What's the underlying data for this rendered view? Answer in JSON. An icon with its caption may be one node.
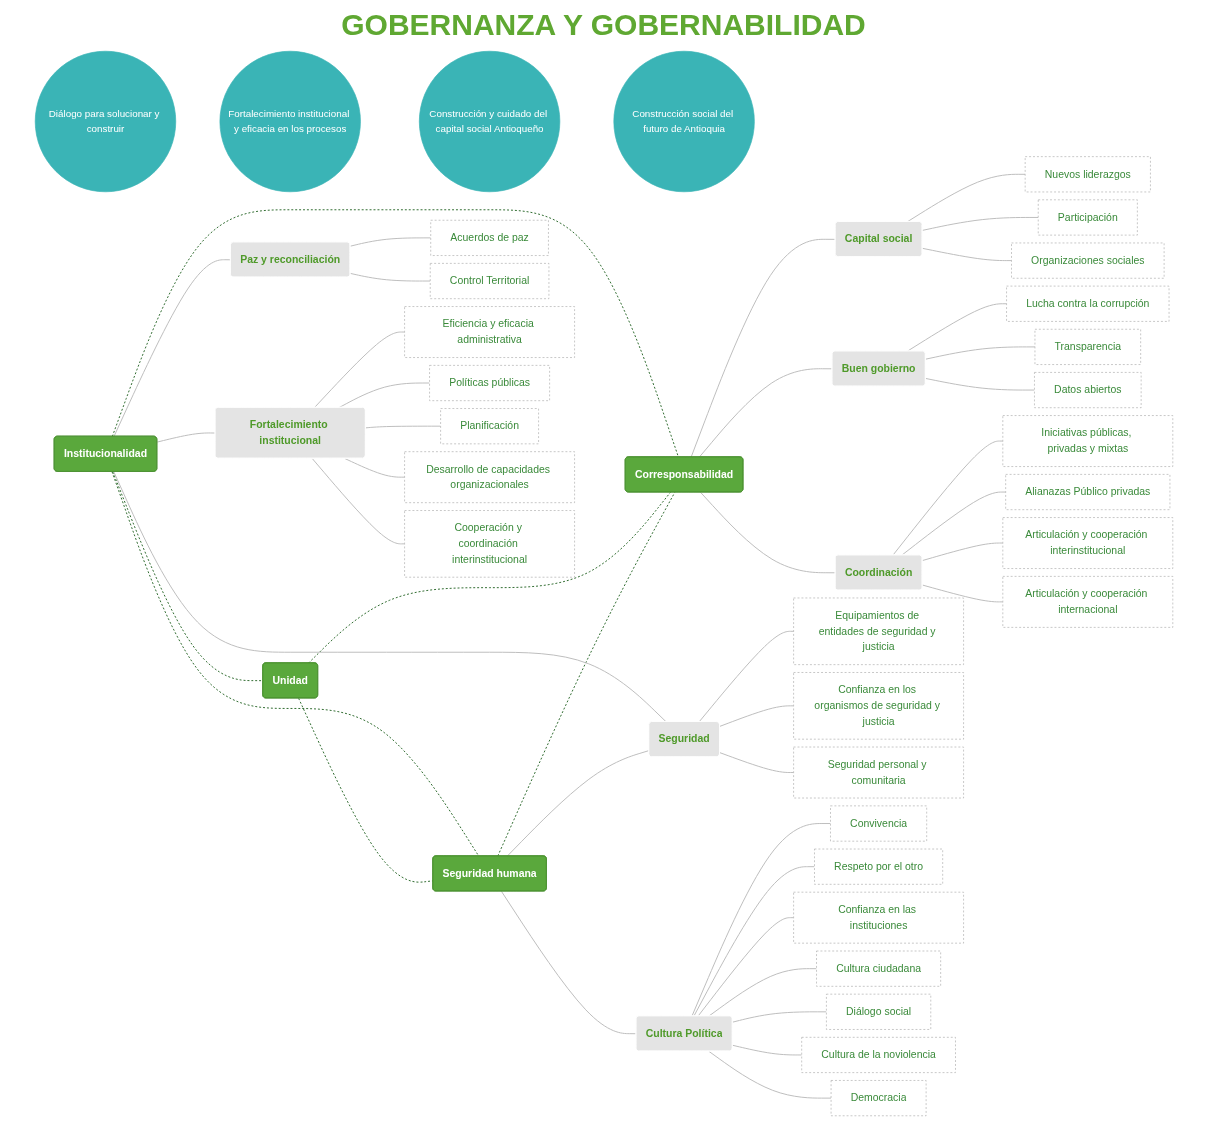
{
  "diagram": {
    "title": "GOBERNANZA Y GOBERNABILIDAD",
    "nodes": [
      {
        "text": [
          "Diálogo para solucionar y construir"
        ]
      },
      {
        "text": [
          "Fortalecimiento institucional y eficacia en los procesos"
        ]
      },
      {
        "text": [
          "Acuerdos de paz"
        ]
      },
      {
        "text": [
          "Control Territorial"
        ]
      },
      {
        "text": [
          "Paz y reconciliación"
        ]
      },
      {
        "text": [
          "Equipamientos de entidades de seguridad y justicia"
        ]
      },
      {
        "text": [
          "Eficiencia y eficacia administrativa"
        ]
      },
      {
        "text": [
          "Políticas públicas"
        ]
      },
      {
        "text": [
          "Confianza en los organismos de seguridad y justicia"
        ]
      },
      {
        "text": [
          "Planificación"
        ]
      },
      {
        "text": [
          "Institucionalidad"
        ]
      },
      {
        "text": [
          "Seguridad personal y comunitaria"
        ]
      },
      {
        "text": [
          "Seguridad"
        ]
      },
      {
        "text": [
          "Desarrollo de capacidades organizacionales"
        ]
      },
      {
        "text": [
          "Fortalecimiento institucional"
        ]
      },
      {
        "text": [
          "Cooperación y coordinación interinstitucional"
        ]
      },
      {
        "text": [
          "Convivencia"
        ]
      },
      {
        "text": [
          "Unidad"
        ]
      },
      {
        "text": [
          "Respeto por el otro"
        ]
      },
      {
        "text": [
          "Buen gobierno"
        ]
      },
      {
        "text": [
          "Confianza en las instituciones"
        ]
      },
      {
        "text": [
          "Seguridad humana"
        ]
      },
      {
        "text": [
          "Corresponsabilidad"
        ]
      },
      {
        "text": [
          "Lucha contra la corrupción"
        ]
      },
      {
        "text": [
          "Cultura Política"
        ]
      },
      {
        "text": [
          "Cultura ciudadana"
        ]
      },
      {
        "text": [
          "Transparencia"
        ]
      },
      {
        "text": [
          "Capital social"
        ]
      },
      {
        "text": [
          "Diálogo social"
        ]
      },
      {
        "text": [
          "Datos abiertos"
        ]
      },
      {
        "text": [
          "Cultura de la noviolencia"
        ]
      },
      {
        "text": [
          "Coordinación"
        ]
      },
      {
        "text": [
          "Democracia"
        ]
      },
      {
        "text": [
          "Nuevos liderazgos"
        ]
      },
      {
        "text": [
          "Participación"
        ]
      },
      {
        "text": [
          "Organizaciones sociales"
        ]
      },
      {
        "text": [
          "Iniciativas públicas, privadas y mixtas"
        ]
      },
      {
        "text": [
          "Alianazas Público privadas"
        ]
      },
      {
        "text": [
          "Articulación y cooperación interinstitucional"
        ]
      },
      {
        "text": [
          "Articulación y cooperación internacional"
        ]
      },
      {
        "text": [
          "Construcción y cuidado del capital social Antioqueño"
        ]
      },
      {
        "text": [
          "Construcción social del futuro de Antioquia"
        ]
      }
    ],
    "edges": [
      {
        "from": 10,
        "to": 17,
        "arrow": "none",
        "style": "dashed",
        "color": "#2f6b2f"
      },
      {
        "from": 10,
        "to": 21,
        "arrow": "none",
        "style": "dashed",
        "color": "#2f6b2f"
      },
      {
        "from": 10,
        "to": 22,
        "arrow": "none",
        "style": "dashed",
        "color": "#2f6b2f"
      },
      {
        "from": 17,
        "to": 21,
        "arrow": "none",
        "style": "dashed",
        "color": "#2f6b2f"
      },
      {
        "from": 17,
        "to": 22,
        "arrow": "none",
        "style": "dashed",
        "color": "#2f6b2f"
      },
      {
        "from": 21,
        "to": 22,
        "arrow": "none",
        "style": "dashed",
        "color": "#2f6b2f"
      },
      {
        "from": 10,
        "to": 4,
        "arrow": "none"
      },
      {
        "from": 10,
        "to": 12,
        "arrow": "none"
      },
      {
        "from": 10,
        "to": 14,
        "arrow": "none"
      },
      {
        "from": 21,
        "to": 12,
        "arrow": "none"
      },
      {
        "from": 21,
        "to": 24,
        "arrow": "none"
      },
      {
        "from": 22,
        "to": 27,
        "arrow": "none"
      },
      {
        "from": 22,
        "to": 19,
        "arrow": "none"
      },
      {
        "from": 22,
        "to": 31,
        "arrow": "none"
      },
      {
        "from": 4,
        "to": 2,
        "arrow": "none"
      },
      {
        "from": 4,
        "to": 3,
        "arrow": "none"
      },
      {
        "from": 12,
        "to": 5,
        "arrow": "none"
      },
      {
        "from": 12,
        "to": 8,
        "arrow": "none"
      },
      {
        "from": 12,
        "to": 11,
        "arrow": "none"
      },
      {
        "from": 14,
        "to": 6,
        "arrow": "none"
      },
      {
        "from": 14,
        "to": 7,
        "arrow": "none"
      },
      {
        "from": 14,
        "to": 9,
        "arrow": "none"
      },
      {
        "from": 14,
        "to": 13,
        "arrow": "none"
      },
      {
        "from": 14,
        "to": 15,
        "arrow": "none"
      },
      {
        "from": 24,
        "to": 16,
        "arrow": "none"
      },
      {
        "from": 24,
        "to": 18,
        "arrow": "none"
      },
      {
        "from": 24,
        "to": 20,
        "arrow": "none"
      },
      {
        "from": 24,
        "to": 25,
        "arrow": "none"
      },
      {
        "from": 24,
        "to": 28,
        "arrow": "none"
      },
      {
        "from": 24,
        "to": 30,
        "arrow": "none"
      },
      {
        "from": 24,
        "to": 32,
        "arrow": "none"
      },
      {
        "from": 27,
        "to": 33,
        "arrow": "none"
      },
      {
        "from": 27,
        "to": 34,
        "arrow": "none"
      },
      {
        "from": 27,
        "to": 35,
        "arrow": "none"
      },
      {
        "from": 19,
        "to": 23,
        "arrow": "none"
      },
      {
        "from": 19,
        "to": 26,
        "arrow": "none"
      },
      {
        "from": 19,
        "to": 29,
        "arrow": "none"
      },
      {
        "from": 31,
        "to": 36,
        "arrow": "none"
      },
      {
        "from": 31,
        "to": 37,
        "arrow": "none"
      },
      {
        "from": 31,
        "to": 38,
        "arrow": "none"
      },
      {
        "from": 31,
        "to": 39,
        "arrow": "none"
      }
    ]
  }
}
